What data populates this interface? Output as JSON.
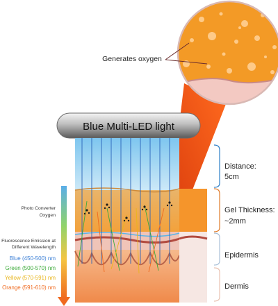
{
  "callout": {
    "label": "Generates oxygen"
  },
  "lamp": {
    "label": "Blue Multi-LED light"
  },
  "right_labels": {
    "distance_1": "Distance:",
    "distance_2": "5cm",
    "gel_1": "Gel Thickness:",
    "gel_2": "~2mm",
    "epidermis": "Epidermis",
    "dermis": "Dermis"
  },
  "left_labels": {
    "photo_1": "Photo Converter",
    "photo_2": "Oxygen",
    "fluor_1": "Fluorescence Emission at",
    "fluor_2": "Different Wavelength"
  },
  "wavelengths": [
    {
      "label": "Blue (450-500) nm",
      "color": "#3b7fd6"
    },
    {
      "label": "Green (500-570) nm",
      "color": "#3daa3a"
    },
    {
      "label": "Yellow (570-591) nm",
      "color": "#e8b51c"
    },
    {
      "label": "Orange (591-610) nm",
      "color": "#ef6a1f"
    }
  ],
  "colors": {
    "gel": "#f2952a",
    "beam": "#ff5a12",
    "led": "#a8d8f4",
    "bracket": "#2d7fc8"
  }
}
